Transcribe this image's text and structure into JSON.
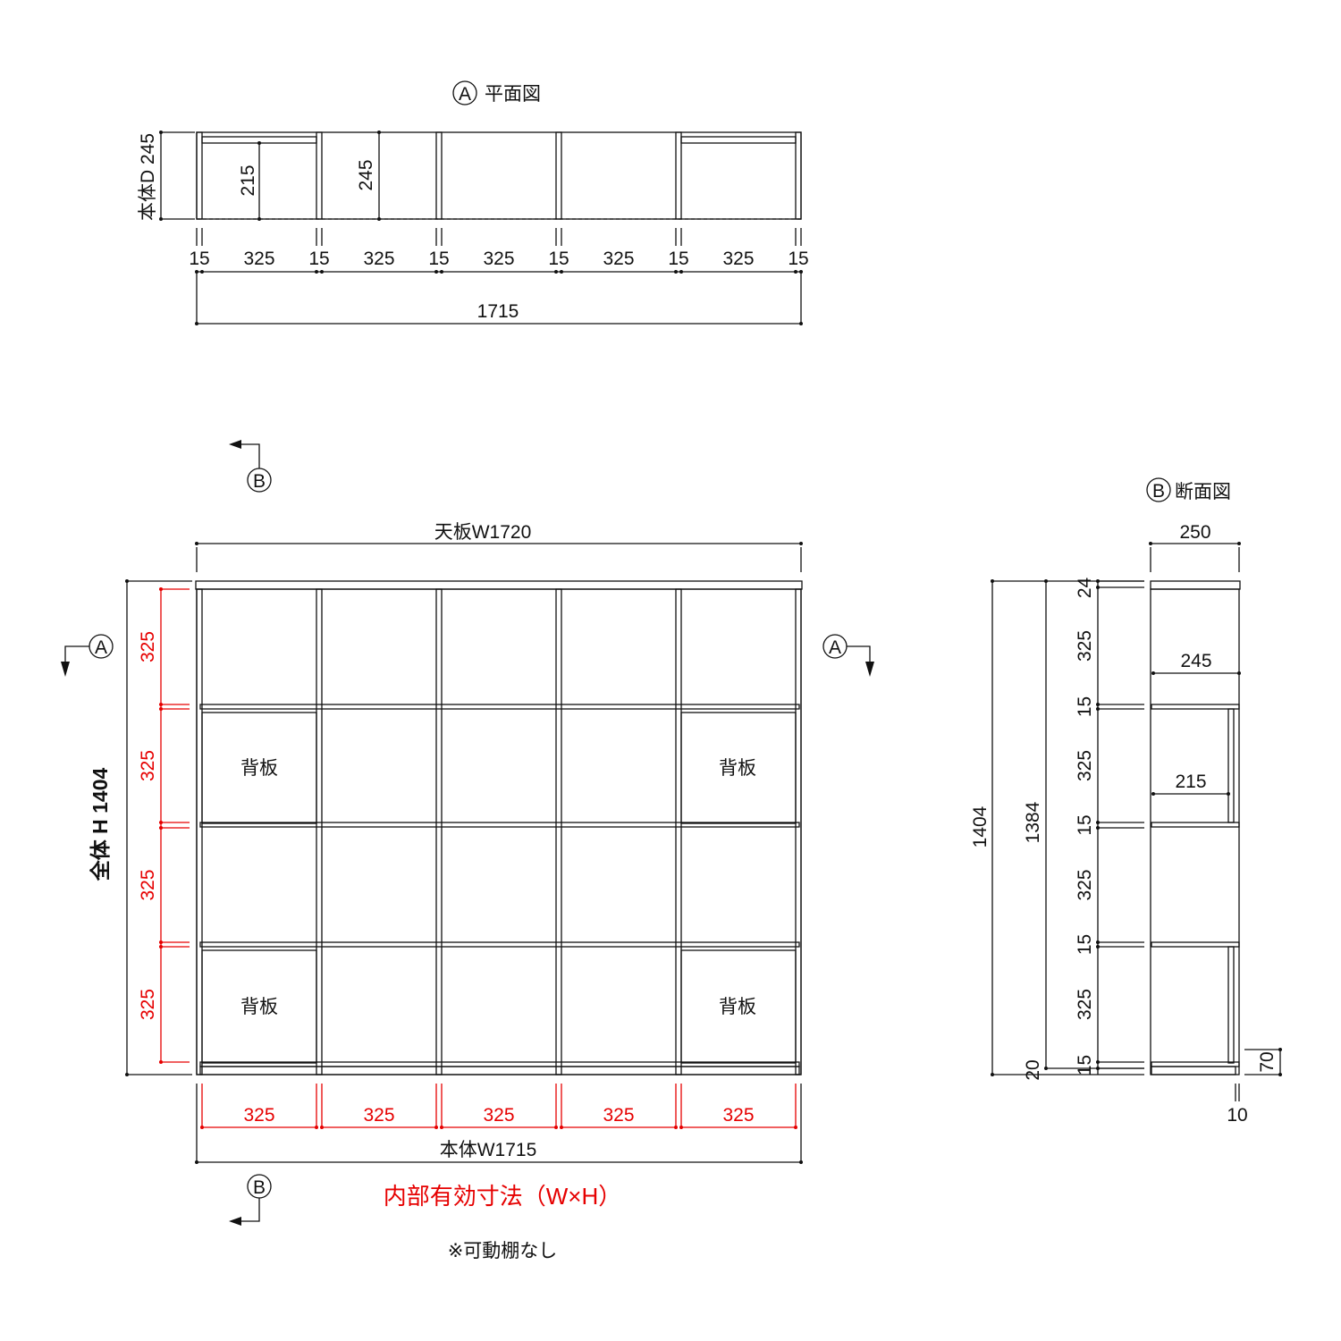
{
  "plan": {
    "title_letter": "A",
    "title": "平面図",
    "depth_label": "本体D 245",
    "inner_depth": "215",
    "depth": "245",
    "widths": [
      "15",
      "325",
      "15",
      "325",
      "15",
      "325",
      "15",
      "325",
      "15",
      "325",
      "15"
    ],
    "total": "1715"
  },
  "front": {
    "top_board_label": "天板W1720",
    "height_label": "全体 H 1404",
    "inner_heights": [
      "325",
      "325",
      "325",
      "325"
    ],
    "inner_widths": [
      "325",
      "325",
      "325",
      "325",
      "325"
    ],
    "body_width": "本体W1715",
    "back_panel": "背板",
    "section_a": "A",
    "section_b": "B",
    "legend_red": "内部有効寸法（W×H）",
    "note": "※可動棚なし"
  },
  "section": {
    "title_letter": "B",
    "title": "断面図",
    "width": "250",
    "depth1": "245",
    "depth2": "215",
    "total_h": "1404",
    "body_h": "1384",
    "base_h": "20",
    "stack": [
      "24",
      "325",
      "15",
      "325",
      "15",
      "325",
      "15",
      "325",
      "15"
    ],
    "plinth": "70",
    "offset": "10"
  },
  "colors": {
    "top_board": "#c8915a",
    "red": "#e60000",
    "line": "#111111"
  }
}
